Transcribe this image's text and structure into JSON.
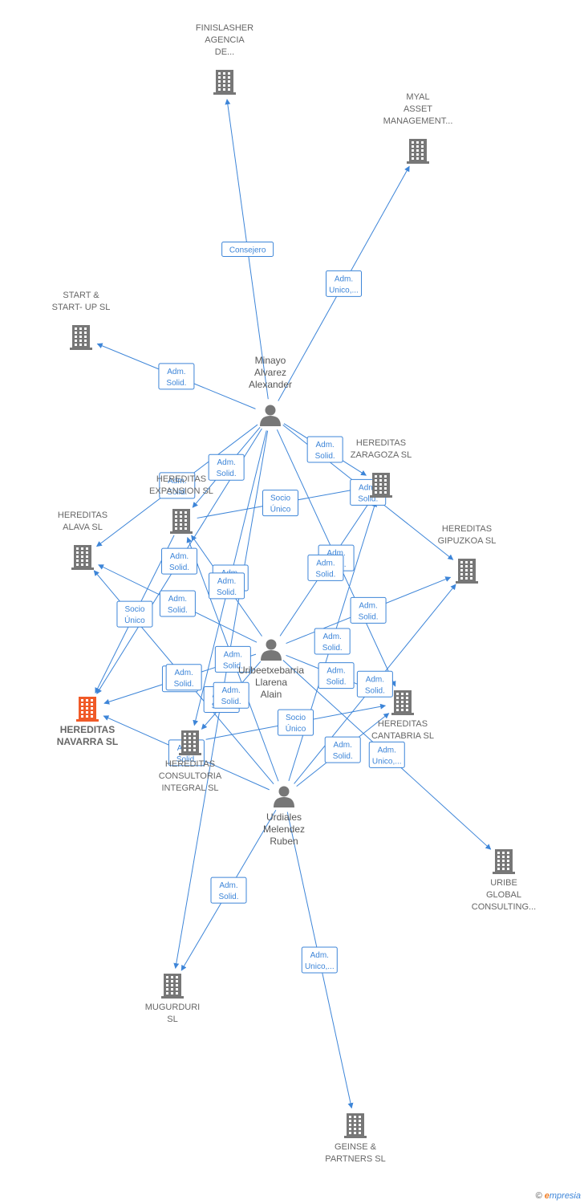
{
  "colors": {
    "edge": "#3d85d8",
    "company": "#777777",
    "focus_company": "#f05a28",
    "person": "#777777"
  },
  "nodes": [
    {
      "id": "finislasher",
      "kind": "company",
      "icon": "building-icon",
      "lines": [
        "FINISLASHER",
        "AGENCIA",
        "DE..."
      ]
    },
    {
      "id": "myal",
      "kind": "company",
      "icon": "building-icon",
      "lines": [
        "MYAL",
        "ASSET",
        "MANAGEMENT..."
      ]
    },
    {
      "id": "start",
      "kind": "company",
      "icon": "building-icon",
      "lines": [
        "START &",
        "START- UP  SL"
      ]
    },
    {
      "id": "minayo",
      "kind": "person",
      "icon": "person-icon",
      "lines": [
        "Minayo",
        "Alvarez",
        "Alexander"
      ]
    },
    {
      "id": "zaragoza",
      "kind": "company",
      "icon": "building-icon",
      "lines": [
        "HEREDITAS",
        "ZARAGOZA  SL"
      ]
    },
    {
      "id": "expansion",
      "kind": "company",
      "icon": "building-icon",
      "lines": [
        "HEREDITAS",
        "EXPANSION  SL"
      ]
    },
    {
      "id": "alava",
      "kind": "company",
      "icon": "building-icon",
      "lines": [
        "HEREDITAS",
        "ALAVA  SL"
      ]
    },
    {
      "id": "gipuzkoa",
      "kind": "company",
      "icon": "building-icon",
      "lines": [
        "HEREDITAS",
        "GIPUZKOA  SL"
      ]
    },
    {
      "id": "uribe_p",
      "kind": "person",
      "icon": "person-icon",
      "lines": [
        "Uribeetxebarria",
        "Llarena",
        "Alain"
      ]
    },
    {
      "id": "navarra",
      "kind": "focus",
      "icon": "building-icon",
      "lines": [
        "HEREDITAS",
        "NAVARRA  SL"
      ]
    },
    {
      "id": "cantabria",
      "kind": "company",
      "icon": "building-icon",
      "lines": [
        "HEREDITAS",
        "CANTABRIA  SL"
      ]
    },
    {
      "id": "consultoria",
      "kind": "company",
      "icon": "building-icon",
      "lines": [
        "HEREDITAS",
        "CONSULTORIA",
        "INTEGRAL  SL"
      ]
    },
    {
      "id": "urdiales",
      "kind": "person",
      "icon": "person-icon",
      "lines": [
        "Urdiales",
        "Melendez",
        "Ruben"
      ]
    },
    {
      "id": "uribe_global",
      "kind": "company",
      "icon": "building-icon",
      "lines": [
        "URIBE",
        "GLOBAL",
        "CONSULTING..."
      ]
    },
    {
      "id": "mugurduri",
      "kind": "company",
      "icon": "building-icon",
      "lines": [
        "MUGURDURI",
        "SL"
      ]
    },
    {
      "id": "geinse",
      "kind": "company",
      "icon": "building-icon",
      "lines": [
        "GEINSE &",
        "PARTNERS  SL"
      ]
    }
  ],
  "edges": [
    {
      "from": "minayo",
      "to": "finislasher",
      "label": [
        "Consejero"
      ]
    },
    {
      "from": "minayo",
      "to": "myal",
      "label": [
        "Adm.",
        "Unico,..."
      ]
    },
    {
      "from": "minayo",
      "to": "start",
      "label": [
        "Adm.",
        "Solid."
      ]
    },
    {
      "from": "minayo",
      "to": "expansion",
      "label": [
        "Adm.",
        "Solid."
      ]
    },
    {
      "from": "minayo",
      "to": "zaragoza",
      "label": [
        "Adm.",
        "Solid."
      ]
    },
    {
      "from": "minayo",
      "to": "gipuzkoa",
      "label": [
        "Adm.",
        "Solid."
      ]
    },
    {
      "from": "minayo",
      "to": "alava",
      "label": [
        "Adm.",
        "Solid."
      ]
    },
    {
      "from": "minayo",
      "to": "navarra",
      "label": [
        "Adm.",
        "Solid."
      ]
    },
    {
      "from": "minayo",
      "to": "consultoria",
      "label": [
        "Adm.",
        "Solid."
      ]
    },
    {
      "from": "minayo",
      "to": "cantabria",
      "label": [
        "Adm.",
        "Solid."
      ]
    },
    {
      "from": "minayo",
      "to": "mugurduri",
      "label": [
        "Adm.",
        "Solid."
      ]
    },
    {
      "from": "expansion",
      "to": "zaragoza",
      "label": [
        "Socio",
        "Único"
      ]
    },
    {
      "from": "expansion",
      "to": "navarra",
      "label": [
        "Socio",
        "Único"
      ]
    },
    {
      "from": "uribe_p",
      "to": "expansion",
      "label": [
        "Adm.",
        "Solid."
      ]
    },
    {
      "from": "uribe_p",
      "to": "zaragoza",
      "label": [
        "Adm.",
        "Solid."
      ]
    },
    {
      "from": "uribe_p",
      "to": "alava",
      "label": [
        "Adm.",
        "Solid."
      ]
    },
    {
      "from": "uribe_p",
      "to": "gipuzkoa",
      "label": [
        "Adm.",
        "Solid."
      ]
    },
    {
      "from": "uribe_p",
      "to": "navarra",
      "label": [
        "Adm.",
        "Solid."
      ]
    },
    {
      "from": "uribe_p",
      "to": "cantabria",
      "label": [
        "Adm.",
        "Solid."
      ]
    },
    {
      "from": "uribe_p",
      "to": "uribe_global",
      "label": [
        "Adm.",
        "Unico,..."
      ]
    },
    {
      "from": "uribe_p",
      "to": "consultoria",
      "label": [
        "Adm.",
        "Solid."
      ]
    },
    {
      "from": "urdiales",
      "to": "expansion",
      "label": [
        "Adm.",
        "Solid."
      ]
    },
    {
      "from": "urdiales",
      "to": "zaragoza",
      "label": [
        "Adm.",
        "Solid."
      ]
    },
    {
      "from": "urdiales",
      "to": "alava",
      "label": [
        "Adm.",
        "Solid."
      ]
    },
    {
      "from": "urdiales",
      "to": "gipuzkoa",
      "label": [
        "Adm.",
        "Solid."
      ]
    },
    {
      "from": "urdiales",
      "to": "navarra",
      "label": [
        "Adm.",
        "Solid."
      ]
    },
    {
      "from": "urdiales",
      "to": "cantabria",
      "label": [
        "Adm.",
        "Solid."
      ]
    },
    {
      "from": "urdiales",
      "to": "mugurduri",
      "label": [
        "Adm.",
        "Solid."
      ]
    },
    {
      "from": "urdiales",
      "to": "geinse",
      "label": [
        "Adm.",
        "Unico,..."
      ]
    },
    {
      "from": "consultoria",
      "to": "cantabria",
      "label": [
        "Socio",
        "Único"
      ]
    }
  ],
  "footer": {
    "copyright": "©",
    "brand_initial": "e",
    "brand_rest": "mpresia"
  }
}
